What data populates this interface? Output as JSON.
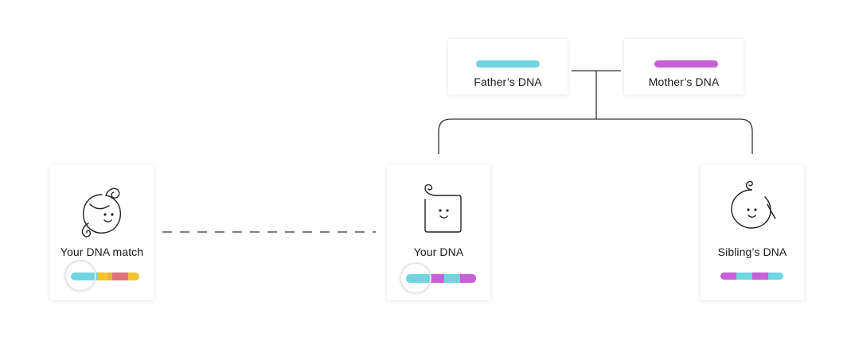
{
  "colors": {
    "father": "#6fd6e0",
    "mother": "#c65fd8",
    "match_yellow": "#f2c332",
    "match_red": "#e0727a",
    "line": "#333333",
    "card_bg": "#ffffff"
  },
  "cards": {
    "father": {
      "label": "Father’s DNA",
      "bar_color": "#6fd6e0"
    },
    "mother": {
      "label": "Mother’s DNA",
      "bar_color": "#c65fd8"
    },
    "match": {
      "label": "Your DNA match",
      "icon": "girl-face-icon"
    },
    "you": {
      "label": "Your DNA",
      "icon": "baby-face-icon"
    },
    "sibling": {
      "label": "Sibling’s DNA",
      "icon": "sibling-face-icon"
    }
  }
}
